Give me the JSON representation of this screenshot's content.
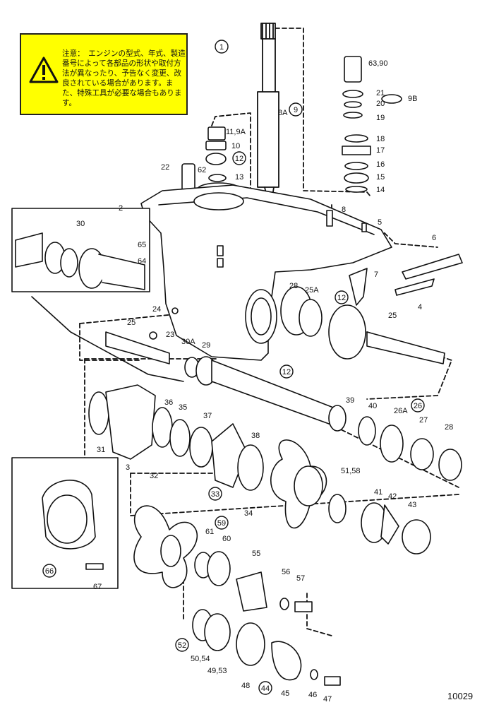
{
  "warning": {
    "text": "注意：　エンジンの型式、年式、製造番号によって各部品の形状や取付方法が異なったり、予告なく変更、改良されている場合があります。また、特殊工具が必要な場合もあります。",
    "background_color": "#ffff00",
    "icon": "warning-triangle-icon"
  },
  "document_number": "10029",
  "part_labels": {
    "p1": "1",
    "p63_90": "63,90",
    "p21": "21",
    "p20": "20",
    "p9B": "9B",
    "p19": "19",
    "p18": "18",
    "p17": "17",
    "p16": "16",
    "p15": "15",
    "p14": "14",
    "p11_9A": "11,9A",
    "p10": "10",
    "p12a": "12",
    "p13": "13",
    "p22": "22",
    "p62": "62",
    "p8A": "8A",
    "p9": "9",
    "p2": "2",
    "p8": "8",
    "p5": "5",
    "p30": "30",
    "p65": "65",
    "p64": "64",
    "p6": "6",
    "p7": "7",
    "p4": "4",
    "p28a": "28",
    "p25A": "25A",
    "p12b": "12",
    "p25a": "25",
    "p24": "24",
    "p25b": "25",
    "p23": "23",
    "p30A": "30A",
    "p29": "29",
    "p12c": "12",
    "p36": "36",
    "p35": "35",
    "p37": "37",
    "p31": "31",
    "p3": "3",
    "p32": "32",
    "p38": "38",
    "p39": "39",
    "p40": "40",
    "p26A": "26A",
    "p26": "26",
    "p27": "27",
    "p28b": "28",
    "p33": "33",
    "p34": "34",
    "p51_58": "51,58",
    "p41": "41",
    "p42": "42",
    "p43": "43",
    "p66": "66",
    "p67": "67",
    "p61": "61",
    "p59": "59",
    "p60": "60",
    "p55": "55",
    "p56": "56",
    "p57": "57",
    "p52": "52",
    "p50_54": "50,54",
    "p49_53": "49,53",
    "p48": "48",
    "p44": "44",
    "p45": "45",
    "p46": "46",
    "p47": "47"
  }
}
